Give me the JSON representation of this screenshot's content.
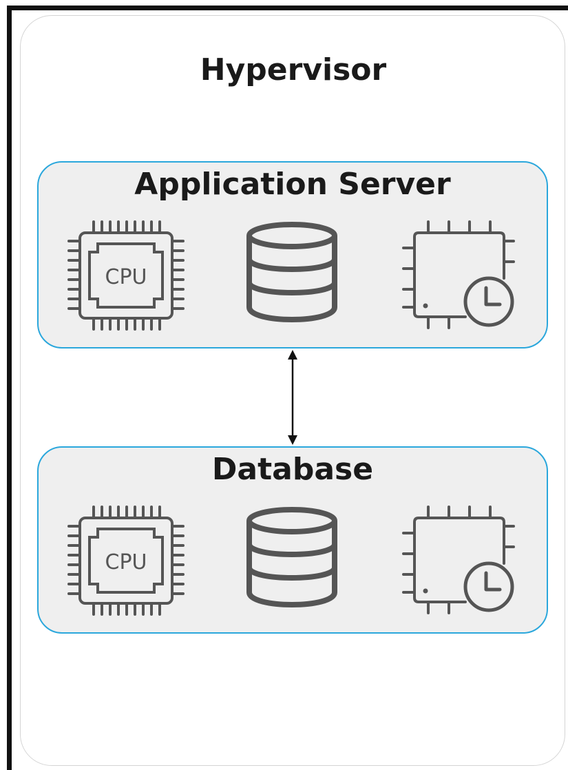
{
  "diagram": {
    "hypervisor": {
      "title": "Hypervisor"
    },
    "application_server": {
      "title": "Application Server",
      "cpu_label": "CPU"
    },
    "database": {
      "title": "Database",
      "cpu_label": "CPU"
    },
    "connector": {
      "type": "bidirectional-arrow"
    },
    "colors": {
      "panel_border": "#2aa7dc",
      "panel_fill": "#efefef",
      "icon_stroke": "#555555",
      "frame": "#111111"
    },
    "icons": [
      "cpu-icon",
      "database-icon",
      "timer-chip-icon"
    ]
  }
}
